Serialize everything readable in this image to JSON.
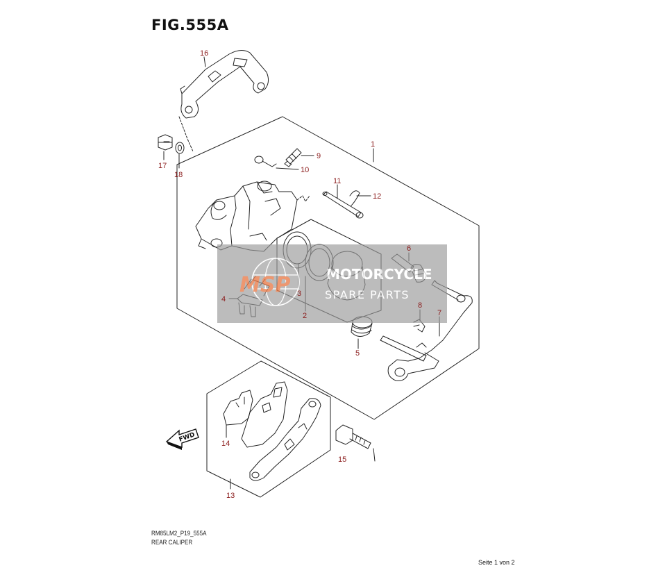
{
  "figure": {
    "title": "FIG.555A",
    "code": "RM85LM2_P19_555A",
    "caption": "REAR CALIPER",
    "page_indicator": "Seite 1 von 2"
  },
  "watermark": {
    "logo": "MSP",
    "line1": "MOTORCYCLE",
    "line2": "SPARE PARTS"
  },
  "direction_arrow": {
    "label": "FWD"
  },
  "callouts": {
    "c1": "1",
    "c2": "2",
    "c3": "3",
    "c4": "4",
    "c5": "5",
    "c6": "6",
    "c7": "7",
    "c8": "8",
    "c9": "9",
    "c10": "10",
    "c11": "11",
    "c12": "12",
    "c13": "13",
    "c14": "14",
    "c15": "15",
    "c16": "16",
    "c17": "17",
    "c18": "18"
  },
  "colors": {
    "callout": "#8b1c1c",
    "line": "#222222",
    "watermark_bg": "#9a9a9a"
  }
}
